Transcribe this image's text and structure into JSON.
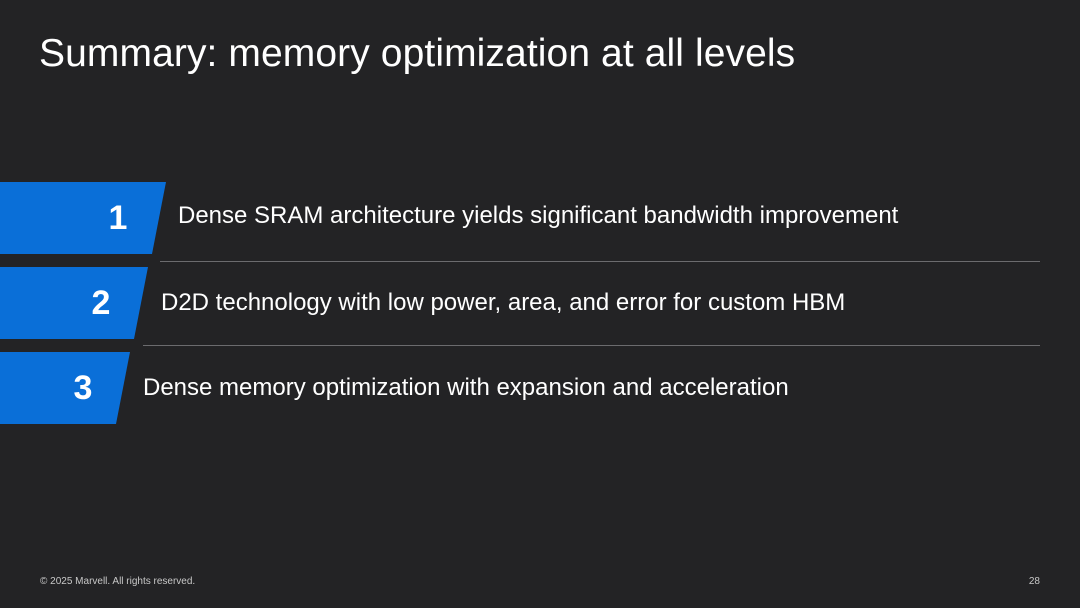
{
  "slide": {
    "title": "Summary: memory optimization at all levels",
    "points": [
      {
        "number": "1",
        "text": "Dense SRAM architecture yields significant bandwidth improvement"
      },
      {
        "number": "2",
        "text": "D2D technology with low power, area, and error for custom HBM"
      },
      {
        "number": "3",
        "text": "Dense memory optimization with expansion and acceleration"
      }
    ],
    "footer": {
      "copyright": "© 2025 Marvell. All rights reserved.",
      "page_number": "28"
    }
  },
  "colors": {
    "background": "#232325",
    "accent": "#0a6fd8",
    "text": "#ffffff",
    "divider": "#6b6b6e"
  }
}
